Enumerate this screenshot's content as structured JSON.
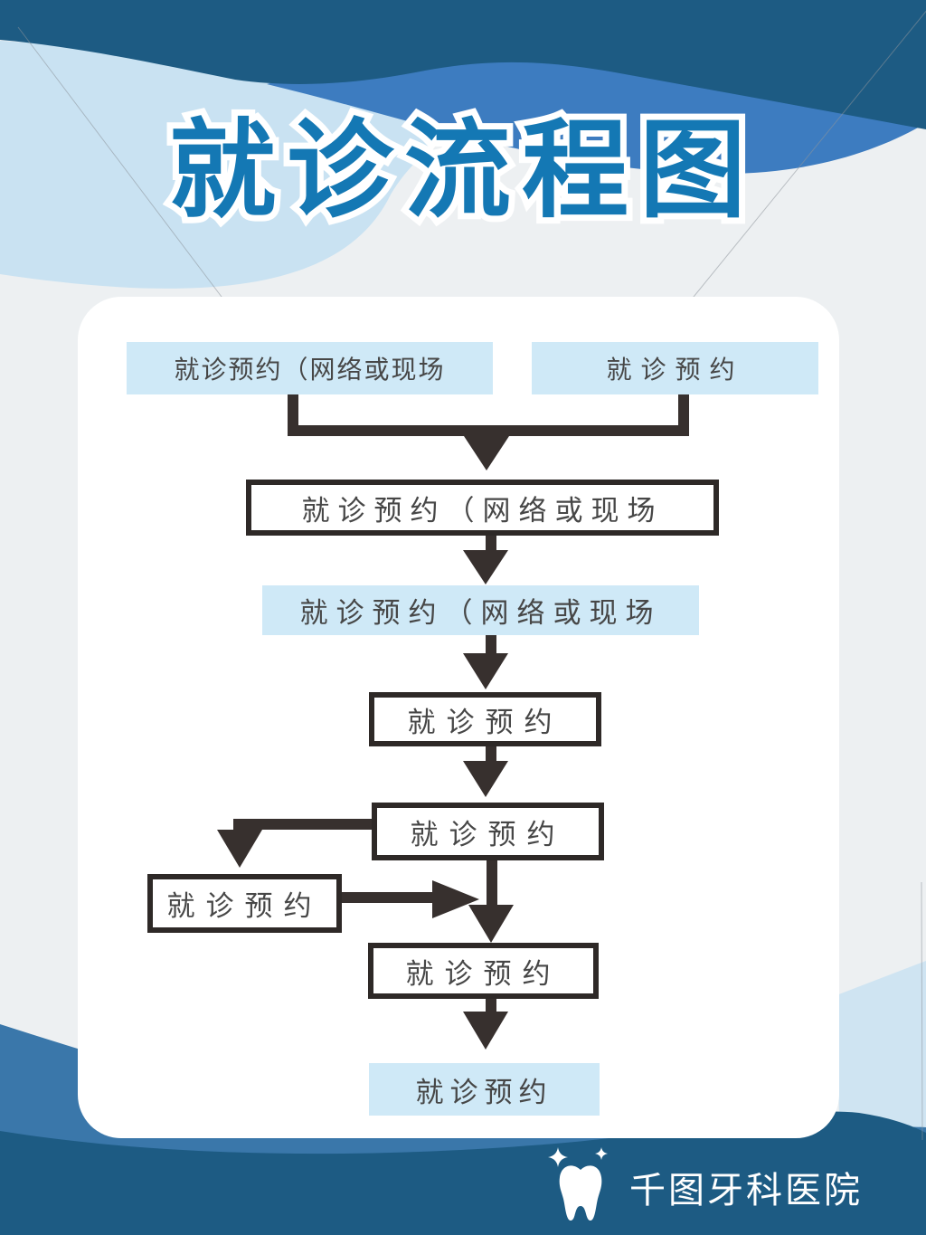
{
  "title": "就诊流程图",
  "flowchart": {
    "top_left": "就诊预约（网络或现场",
    "top_right": "就诊预约",
    "step2": "就诊预约（网络或现场",
    "step3": "就诊预约（网络或现场",
    "step4": "就诊预约",
    "step5": "就诊预约",
    "side_left": "就诊预约",
    "step6": "就诊预约",
    "step7": "就诊预约"
  },
  "footer": {
    "hospital_name": "千图牙科医院",
    "logo_icon": "tooth-icon"
  },
  "colors": {
    "title_blue": "#1478b4",
    "dark_wave": "#1d5b83",
    "mid_wave_top": "#3d7cc0",
    "mid_wave_bottom": "#3a77aa",
    "light_wave": "#c9e2f2",
    "node_fill_blue": "#cfe9f7",
    "node_border": "#2e2927",
    "connector": "#37302e",
    "node_text": "#474747",
    "background": "#edf0f2",
    "card": "#ffffff"
  }
}
